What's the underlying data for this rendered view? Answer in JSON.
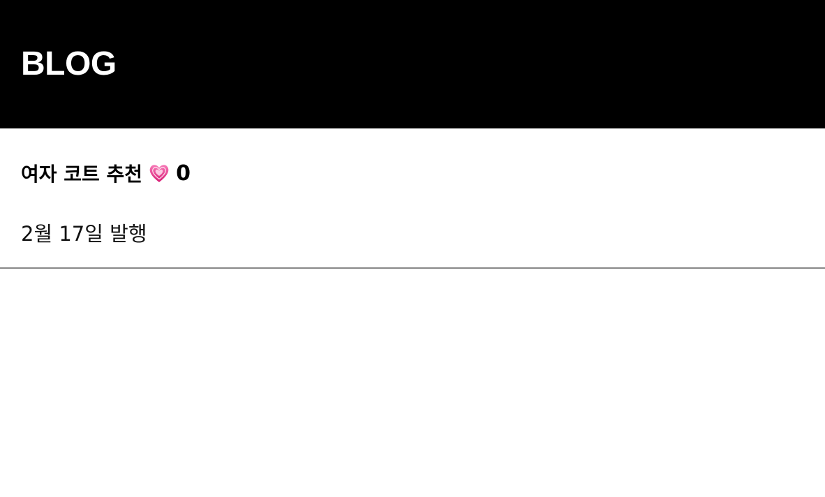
{
  "header": {
    "logo": "BLOG",
    "background": "#000000"
  },
  "posts": [
    {
      "title": "여자 코트 추천",
      "icon": "growing-heart-icon",
      "like_count": "0",
      "date": "2월 17일 발행"
    }
  ],
  "colors": {
    "heart": "#e8338a",
    "divider": "#888888"
  }
}
